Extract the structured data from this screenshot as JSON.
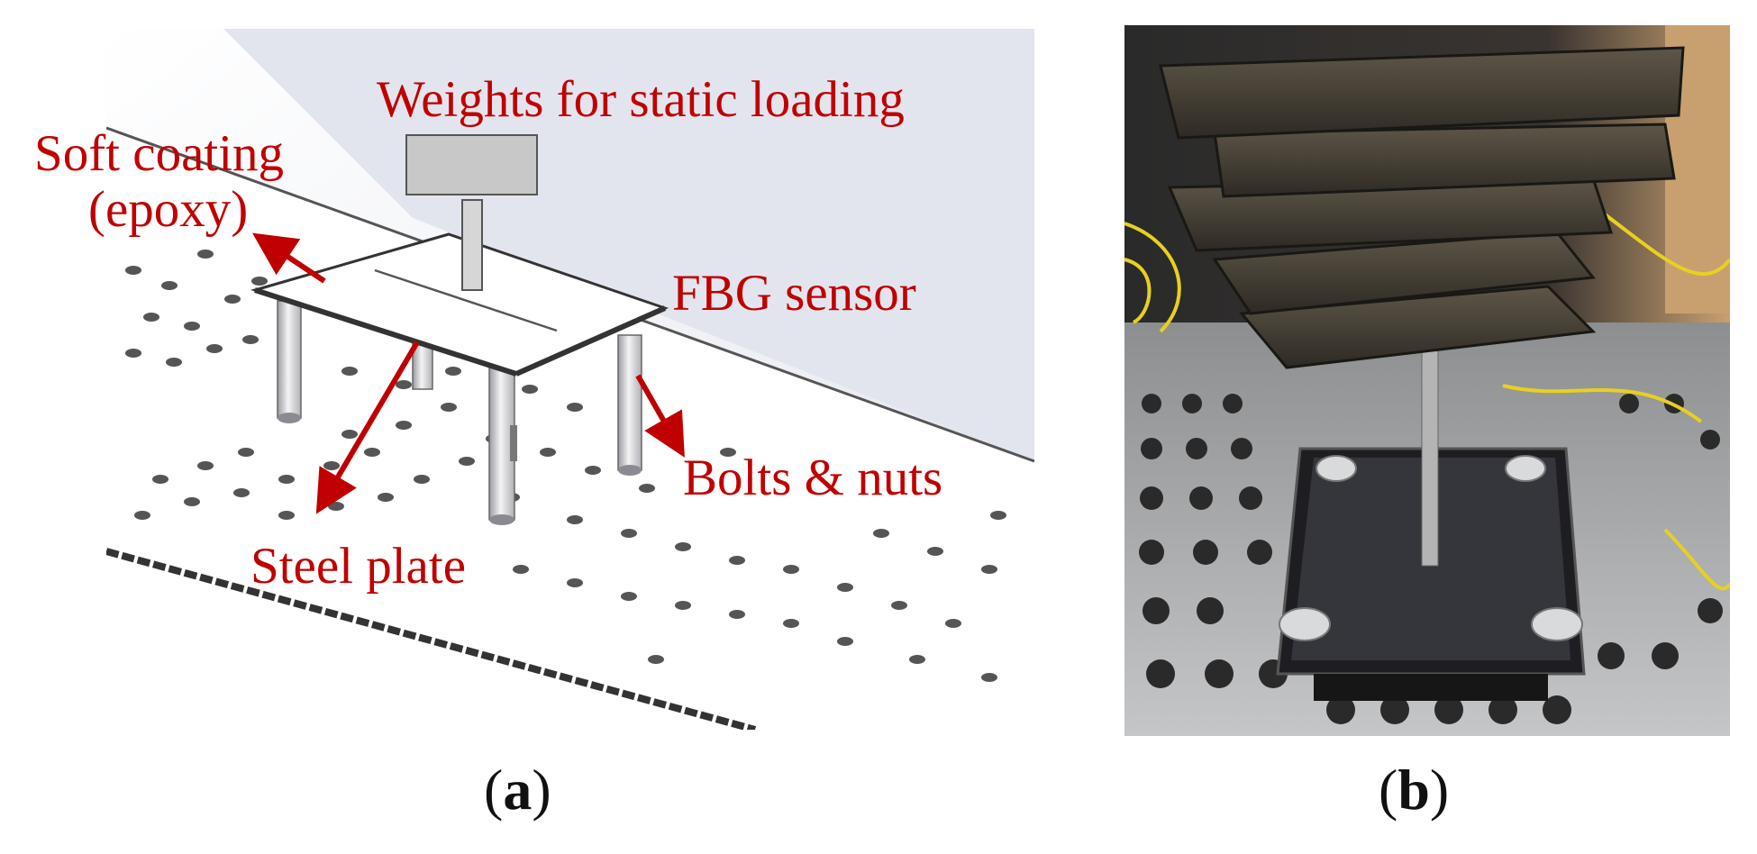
{
  "panel_a": {
    "labels": {
      "weights": "Weights for static loading",
      "soft_coating": "Soft coating",
      "epoxy": "(epoxy)",
      "fbg_sensor": "FBG sensor",
      "bolts_nuts": "Bolts & nuts",
      "steel_plate": "Steel plate"
    },
    "colors": {
      "label": "#c00000",
      "arrow": "#c00000",
      "background": "#f4f4f6",
      "floor_shadow": "#d9dce8"
    }
  },
  "captions": {
    "a_open": "(",
    "a_letter": "a",
    "a_close": ")",
    "b_open": "(",
    "b_letter": "b",
    "b_close": ")"
  }
}
